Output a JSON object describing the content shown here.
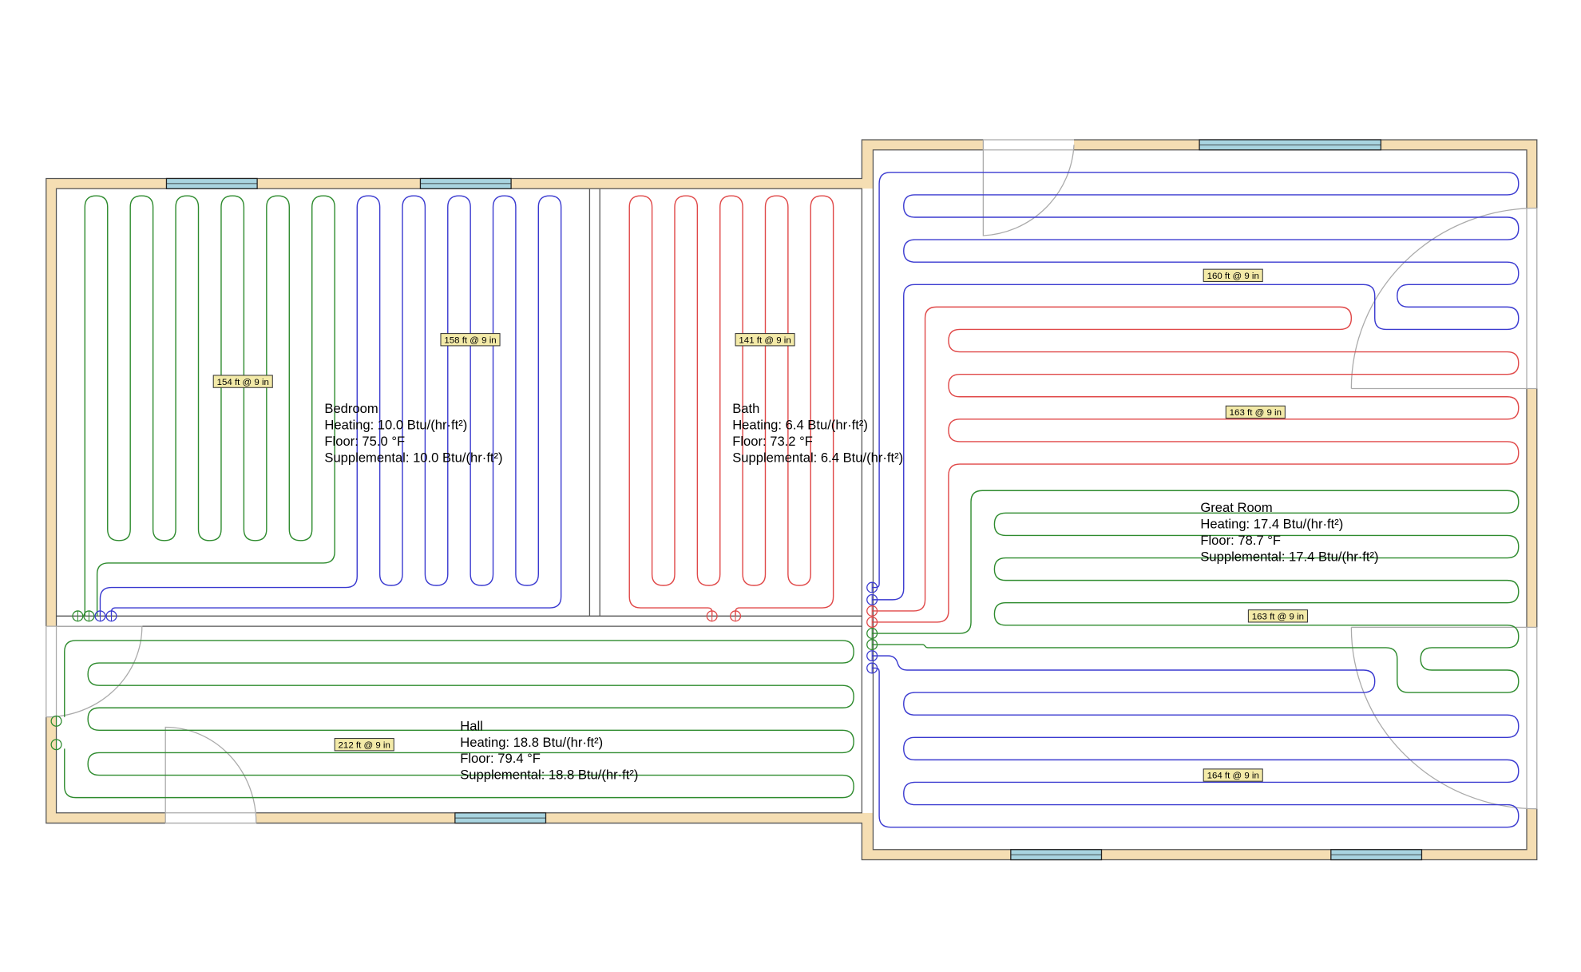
{
  "colors": {
    "wall_fill": "#f5deb3",
    "wall_stroke": "#7a6a55",
    "window_fill": "#a8d4e0",
    "label_fill": "#f3eaa8",
    "green": "#2e8b2e",
    "blue": "#3a3ad0",
    "red": "#e04848"
  },
  "rooms": [
    {
      "name": "Bedroom",
      "heating": "Heating: 10.0 Btu/(hr·ft²)",
      "floor": "Floor: 75.0 °F",
      "supplemental": "Supplemental: 10.0 Btu/(hr·ft²)"
    },
    {
      "name": "Bath",
      "heating": "Heating: 6.4 Btu/(hr·ft²)",
      "floor": "Floor: 73.2 °F",
      "supplemental": "Supplemental: 6.4 Btu/(hr·ft²)"
    },
    {
      "name": "Great Room",
      "heating": "Heating: 17.4 Btu/(hr·ft²)",
      "floor": "Floor: 78.7 °F",
      "supplemental": "Supplemental: 17.4 Btu/(hr·ft²)"
    },
    {
      "name": "Hall",
      "heating": "Heating: 18.8 Btu/(hr·ft²)",
      "floor": "Floor: 79.4 °F",
      "supplemental": "Supplemental: 18.8 Btu/(hr·ft²)"
    }
  ],
  "loops": [
    {
      "id": "bedroom-green",
      "color": "green",
      "label": "154 ft @ 9 in"
    },
    {
      "id": "bedroom-blue",
      "color": "blue",
      "label": "158 ft @ 9 in"
    },
    {
      "id": "bath-red",
      "color": "red",
      "label": "141 ft @ 9 in"
    },
    {
      "id": "great-blue-top",
      "color": "blue",
      "label": "160 ft @ 9 in"
    },
    {
      "id": "great-red",
      "color": "red",
      "label": "163 ft @ 9 in"
    },
    {
      "id": "great-green",
      "color": "green",
      "label": "163 ft @ 9 in"
    },
    {
      "id": "hall-green",
      "color": "green",
      "label": "212 ft @ 9 in"
    },
    {
      "id": "great-blue-bottom",
      "color": "blue",
      "label": "164 ft @ 9 in"
    }
  ]
}
